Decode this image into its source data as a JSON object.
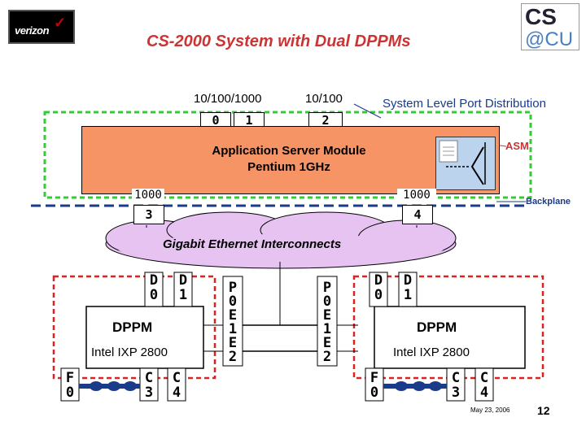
{
  "header": {
    "title": "CS-2000 System with Dual DPPMs",
    "logo_left_text": "verizon",
    "logo_right_line1": "CS",
    "logo_right_line2": "@CU"
  },
  "top_ports": {
    "speed_label_a": "10/100/1000",
    "speed_label_b": "10/100",
    "port_0": "0",
    "port_1": "1",
    "port_2": "2",
    "caption": "System Level Port Distribution"
  },
  "asm": {
    "line1": "Application Server Module",
    "line2": "Pentium 1GHz",
    "label": "ASM",
    "port_left_speed": "1000",
    "port_left_num": "3",
    "port_right_speed": "1000",
    "port_right_num": "4"
  },
  "backplane_label": "Backplane",
  "interconnect_label": "Gigabit Ethernet Interconnects",
  "dppm_left": {
    "d0_top": "D",
    "d0_num": "0",
    "d1_top": "D",
    "d1_num": "1",
    "name": "DPPM",
    "cpu": "Intel IXP 2800",
    "f_top": "F",
    "f_num": "0",
    "c3_top": "C",
    "c3_num": "3",
    "c4_top": "C",
    "c4_num": "4",
    "pe_chars": [
      "P",
      "0",
      "E",
      "1",
      "E",
      "2"
    ]
  },
  "dppm_right": {
    "d0_top": "D",
    "d0_num": "0",
    "d1_top": "D",
    "d1_num": "1",
    "name": "DPPM",
    "cpu": "Intel IXP 2800",
    "f_top": "F",
    "f_num": "0",
    "c3_top": "C",
    "c3_num": "3",
    "c4_top": "C",
    "c4_num": "4",
    "pe_chars": [
      "P",
      "0",
      "E",
      "1",
      "E",
      "2"
    ]
  },
  "footer": {
    "date": "May 23, 2006",
    "page_number": "12"
  },
  "colors": {
    "title": "#cc3333",
    "asm_fill": "#f79466",
    "green_dash": "#33cc33",
    "red_dash": "#dd2222",
    "navy_dash": "#1a3a8a",
    "cloud_fill": "#e6c3f0",
    "chip_fill": "#ffffff"
  }
}
